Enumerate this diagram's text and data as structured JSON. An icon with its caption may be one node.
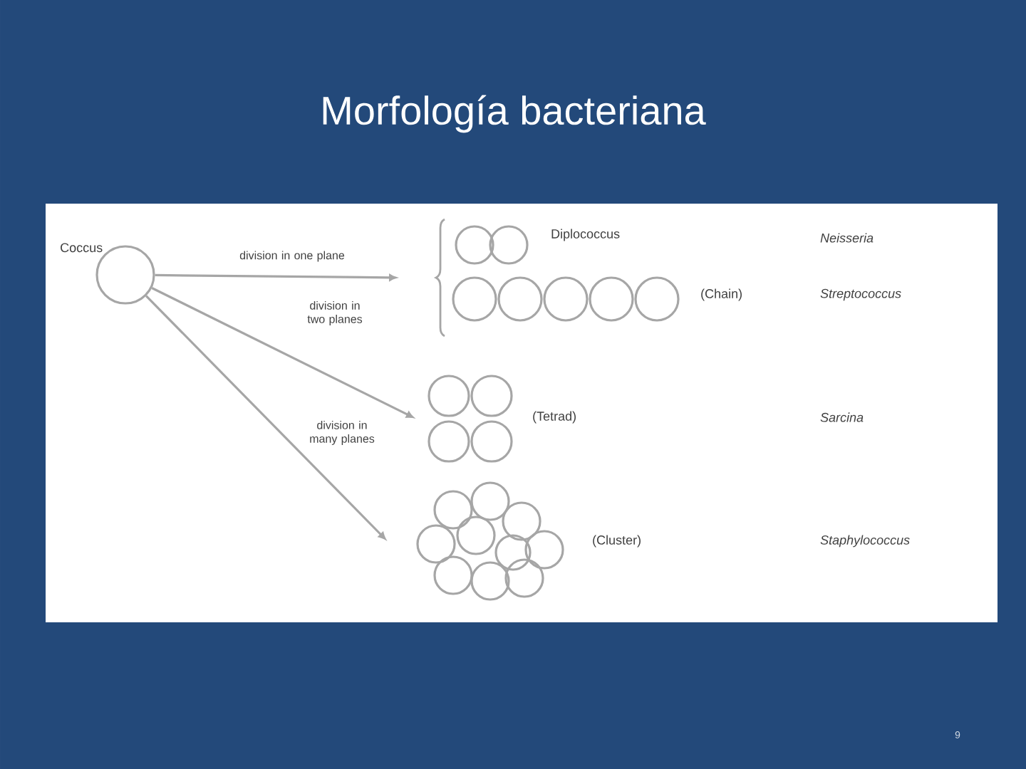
{
  "diagram": {
    "title": "Morfología bacteriana",
    "nodes": [
      {
        "text": [
          "Coccus"
        ]
      },
      {
        "text": [],
        "shape": "circle",
        "beside": [
          "Diplococcus"
        ]
      },
      {
        "text": [],
        "shape": "circle",
        "beside": [
          "(Chain)"
        ]
      },
      {
        "text": [],
        "shape": "circle",
        "beside": [
          "(Tetrad)"
        ]
      },
      {
        "text": [],
        "shape": "circle",
        "beside": [
          "(Cluster)"
        ]
      }
    ],
    "edges": [
      {
        "from": 0,
        "to": null,
        "arrow": "to",
        "label": "division in one plane"
      },
      {
        "from": 0,
        "to": 3,
        "arrow": "to",
        "label": "division in two planes"
      },
      {
        "from": 0,
        "to": 4,
        "arrow": "to",
        "label": "division in many planes"
      }
    ],
    "labels": [
      "Neisseria",
      "Streptococcus",
      "Sarcina",
      "Staphylococcus",
      "9"
    ]
  }
}
